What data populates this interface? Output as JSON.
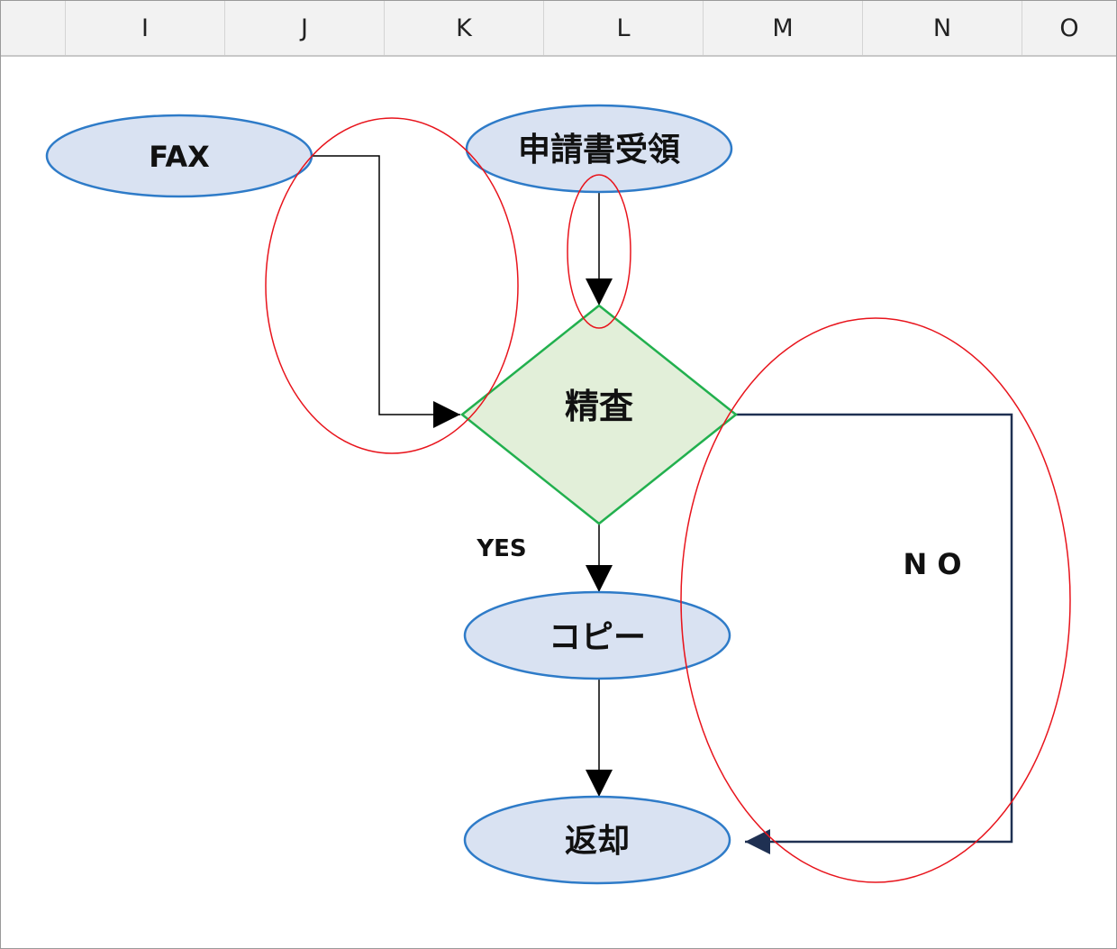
{
  "spreadsheet": {
    "columns": [
      "I",
      "J",
      "K",
      "L",
      "M",
      "N",
      "O"
    ]
  },
  "flowchart": {
    "nodes": {
      "fax": "FAX",
      "receive": "申請書受領",
      "inspect": "精査",
      "copy": "コピー",
      "return": "返却"
    },
    "edge_labels": {
      "yes": "YES",
      "no": "N O"
    },
    "colors": {
      "terminal_fill": "#d9e2f2",
      "terminal_stroke": "#2e7bc8",
      "decision_fill": "#e2efd9",
      "decision_stroke": "#22b04e",
      "connector": "#000000",
      "no_connector": "#1f3052",
      "highlight": "#e8141c"
    }
  }
}
